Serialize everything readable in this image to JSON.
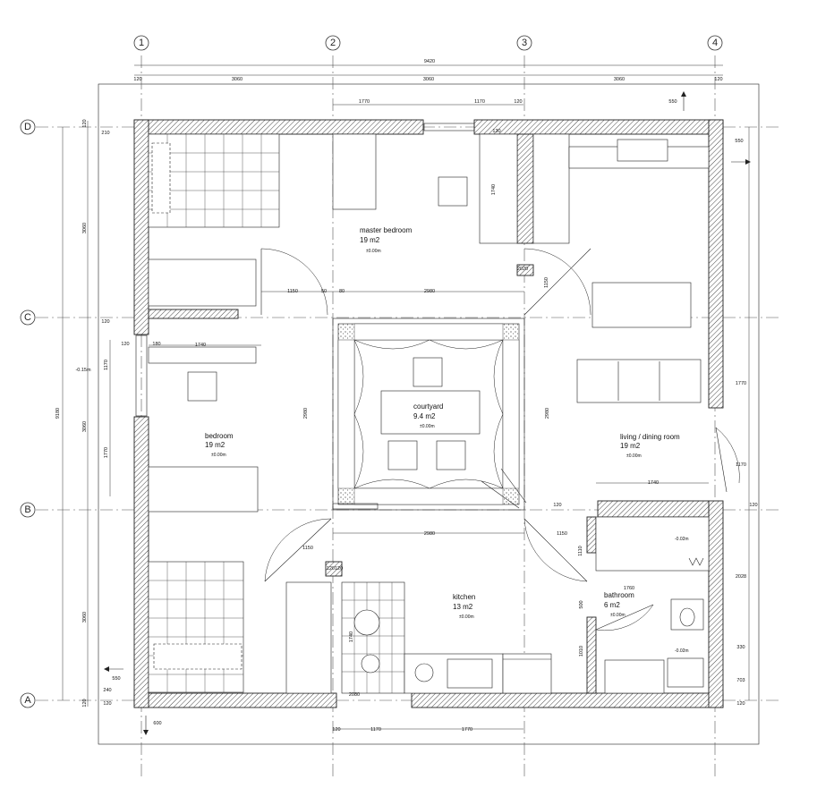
{
  "axes": {
    "columns": [
      "1",
      "2",
      "3",
      "4"
    ],
    "rows": [
      "D",
      "C",
      "B",
      "A"
    ]
  },
  "dimensions": {
    "top_total": "9420",
    "top_edge_left": "120",
    "top_bay_1": "3060",
    "top_bay_2": "3060",
    "top_bay_3": "3060",
    "top_edge_right": "120",
    "top_window_1": "1770",
    "top_window_2": "1170",
    "top_window_3": "120",
    "top_right_note": "550",
    "left_total": "9180",
    "left_edge_top": "120",
    "left_bay_1": "3060",
    "left_bay_2": "3060",
    "left_bay_3": "3060",
    "left_edge_bottom": "120",
    "left_window_1": "1170",
    "left_window_2": "1770",
    "left_small_1": "210",
    "left_small_2": "120",
    "left_small_3": "120",
    "left_small_4": "180",
    "left_bottom_1": "550",
    "left_bottom_2": "240",
    "left_bottom_3": "120",
    "bottom_1": "120",
    "bottom_2": "1170",
    "bottom_3": "1770",
    "bottom_left_note": "600",
    "right_1": "550",
    "right_2": "1770",
    "right_3": "1170",
    "right_4": "120",
    "right_5": "2028",
    "right_6": "330",
    "right_7": "703",
    "right_8": "120",
    "inner_1740_a": "1740",
    "inner_1740_b": "1740",
    "inner_1740_c": "1740",
    "inner_1740_d": "1740",
    "inner_1740_e": "1740",
    "inner_1150_a": "1150",
    "inner_1150_b": "1150",
    "inner_1150_c": "1150",
    "inner_1150_d": "1150",
    "inner_2980_a": "2980",
    "inner_2980_b": "2980",
    "inner_2980_c": "2980",
    "inner_2980_d": "2980",
    "inner_50": "50",
    "inner_80": "80",
    "inner_120": "120",
    "inner_1110": "1110",
    "inner_1760": "1760",
    "inner_500": "500",
    "inner_1010": "1010",
    "inner_120120": "120120",
    "inner_2020": "2020",
    "inner_130": "130",
    "inner_2080": "2080"
  },
  "rooms": {
    "master_bedroom": {
      "name": "master bedroom",
      "area": "19 m2",
      "level": "±0.00m"
    },
    "courtyard": {
      "name": "courtyard",
      "area": "9.4 m2",
      "level": "±0.00m"
    },
    "bedroom": {
      "name": "bedroom",
      "area": "19 m2",
      "level": "±0.00m"
    },
    "living": {
      "name": "living / dining room",
      "area": "19 m2",
      "level": "±0.00m"
    },
    "kitchen": {
      "name": "kitchen",
      "area": "13 m2",
      "level": "±0.00m"
    },
    "bathroom": {
      "name": "bathroom",
      "area": "6 m2",
      "level": "±0.00m"
    }
  },
  "levels": {
    "left_wall": "-0.15m",
    "bath_upper": "-0.02m",
    "bath_lower": "-0.02m"
  }
}
